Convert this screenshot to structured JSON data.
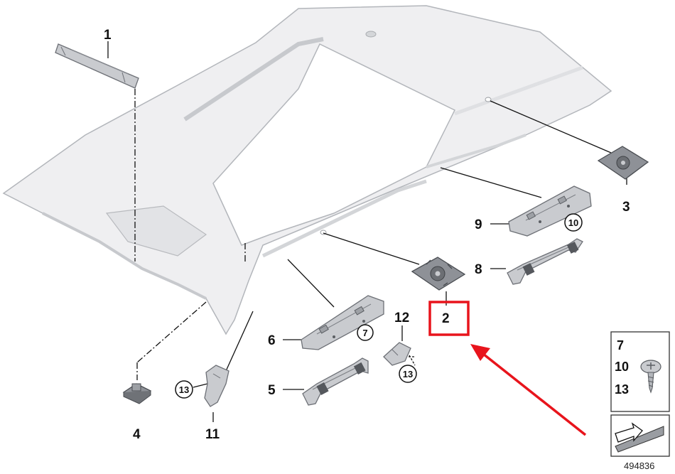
{
  "diagram": {
    "callouts": [
      {
        "id": "1",
        "label": "1"
      },
      {
        "id": "2",
        "label": "2"
      },
      {
        "id": "3",
        "label": "3"
      },
      {
        "id": "4",
        "label": "4"
      },
      {
        "id": "5",
        "label": "5"
      },
      {
        "id": "6",
        "label": "6"
      },
      {
        "id": "8",
        "label": "8"
      },
      {
        "id": "9",
        "label": "9"
      },
      {
        "id": "11",
        "label": "11"
      },
      {
        "id": "12",
        "label": "12"
      }
    ],
    "circled_callouts": {
      "c7": "7",
      "c10": "10",
      "c13a": "13",
      "c13b": "13"
    },
    "legend": {
      "items": [
        "7",
        "10",
        "13"
      ]
    },
    "document_id": "494836",
    "colors": {
      "highlight": "#e8141c",
      "arrow": "#e8141c"
    }
  }
}
